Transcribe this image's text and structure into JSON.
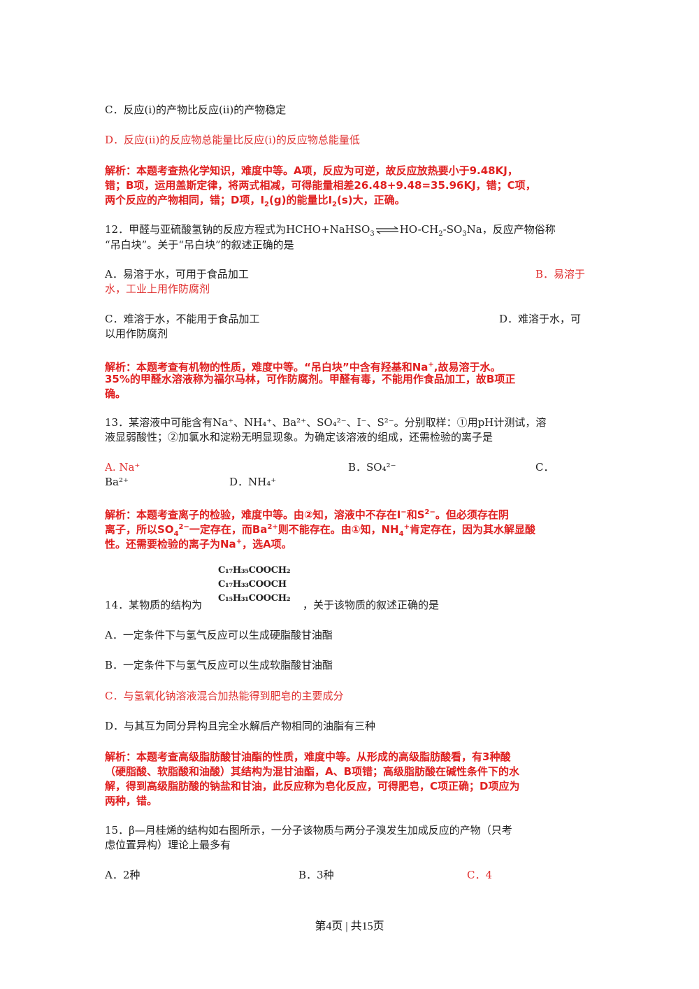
{
  "q11": {
    "optC": "C．反应(i)的产物比反应(ii)的产物稳定",
    "optD": "D．反应(ii)的反应物总能量比反应(i)的反应物总能量低",
    "expl_l1": "解析：本题考查热化学知识，难度中等。A项，反应为可逆，故反应放热要小于9.48KJ，",
    "expl_l2": "错；B项，运用盖斯定律，将两式相减，可得能量相差26.48+9.48=35.96KJ，错；C项，",
    "expl_l3a": "两个反应的产物相同，错；D项，I",
    "expl_l3b": "(g)的能量比I",
    "expl_l3c": "(s)大，正确。",
    "sub2": "2"
  },
  "q12": {
    "stem_a": "12．甲醛与亚硫酸氢钠的反应方程式为HCHO+NaHSO",
    "stem_b": "HO-CH",
    "stem_c": "-SO",
    "stem_d": "Na，反应产物俗称",
    "stem_l2": "“吊白块”。关于“吊白块”的叙述正确的是",
    "sub3": "3",
    "sub2": "2",
    "optA": "A．易溶于水，可用于食品加工",
    "optB_a": "B．易溶于",
    "optB_b": "水，工业上用作防腐剂",
    "optC": "C．难溶于水，不能用于食品加工",
    "optD_a": "D．难溶于水，可",
    "optD_b": "以用作防腐剂",
    "expl_l1a": "解析：本题考查有机物的性质，难度中等。“吊白块”中含有羟基和Na",
    "expl_l1b": ",故易溶于水。",
    "expl_l2": "35%的甲醛水溶液称为福尔马林，可作防腐剂。甲醛有毒，不能用作食品加工，故B项正",
    "expl_l3": "确。",
    "plus": "+"
  },
  "q13": {
    "stem_l1": "13．某溶液中可能含有Na⁺、NH₄⁺、Ba²⁺、SO₄²⁻、I⁻、S²⁻。分别取样：①用pH计测试，溶",
    "stem_l2": "液显弱酸性；②加氯水和淀粉无明显现象。为确定该溶液的组成，还需检验的离子是",
    "optA": "A.  Na⁺",
    "optB": "B．SO₄²⁻",
    "optC_a": "C．",
    "optC_b": "Ba²⁺",
    "optD": "D．NH₄⁺",
    "expl_l1a": "解析：本题考查离子的检验，难度中等。由②知，溶液中不存在I",
    "expl_l1b": "和S",
    "expl_l1c": "。但必须存在阴",
    "expl_l2a": "离子，所以SO",
    "expl_l2b": "一定存在，而Ba",
    "expl_l2c": "则不能存在。由①知，NH",
    "expl_l2d": "肯定存在，因为其水解显酸",
    "expl_l3a": "性。还需要检验的离子为Na",
    "expl_l3b": "，选A项。",
    "minus": "−",
    "two_minus": "2−",
    "two_plus": "2+",
    "plus": "+",
    "sub4": "4"
  },
  "q14": {
    "formula_l1": "C₁₇H₃₅COOCH₂",
    "formula_l2": "C₁₇H₃₃COOCH",
    "formula_l3": "C₁₅H₃₁COOCH₂",
    "stem_a": "14．某物质的结构为",
    "stem_b": "，关于该物质的叙述正确的是",
    "optA": "A．一定条件下与氢气反应可以生成硬脂酸甘油酯",
    "optB": "B．一定条件下与氢气反应可以生成软脂酸甘油酯",
    "optC": "C．与氢氧化钠溶液混合加热能得到肥皂的主要成分",
    "optD": "D．与其互为同分异构且完全水解后产物相同的油脂有三种",
    "expl_l1": "解析：本题考查高级脂肪酸甘油酯的性质，难度中等。从形成的高级脂肪酸看，有3种酸",
    "expl_l2": "（硬脂酸、软脂酸和油酸）其结构为混甘油酯，A、B项错；高级脂肪酸在碱性条件下的水",
    "expl_l3": "解，得到高级脂肪酸的钠盐和甘油，此反应称为皂化反应，可得肥皂，C项正确；D项应为",
    "expl_l4": "两种，错。"
  },
  "q15": {
    "stem_l1": "15．β—月桂烯的结构如右图所示，一分子该物质与两分子溴发生加成反应的产物（只考",
    "stem_l2": "虑位置异构）理论上最多有",
    "optA": "A．2种",
    "optB": "B．3种",
    "optC": "C．4"
  },
  "footer": "第4页 | 共15页"
}
